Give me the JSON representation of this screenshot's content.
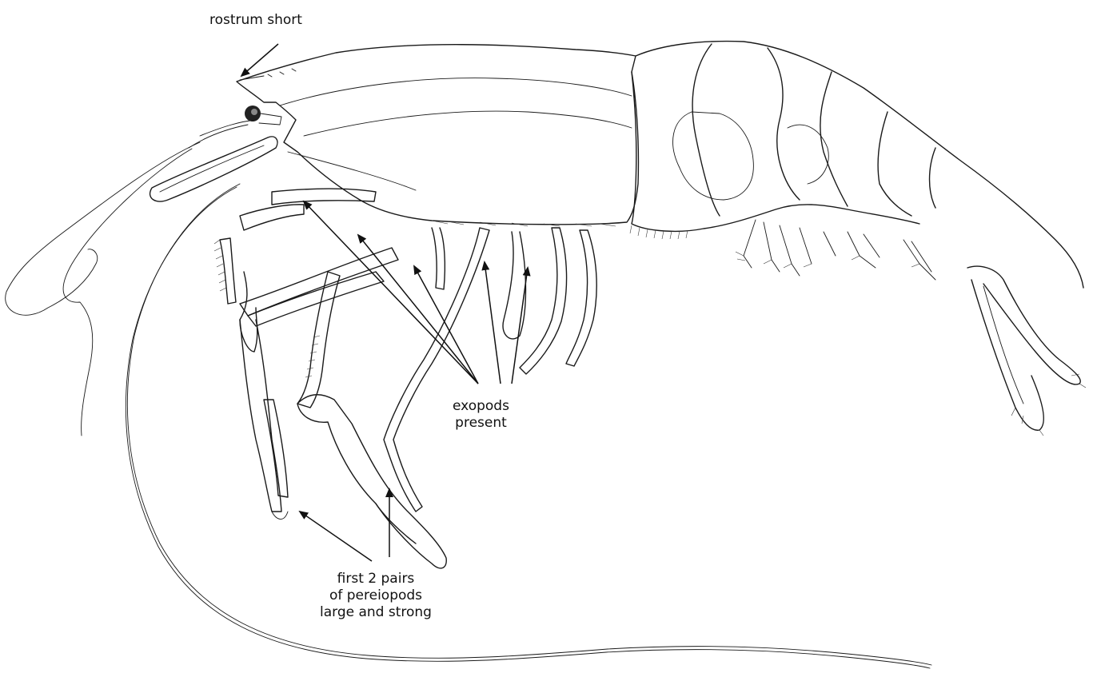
{
  "labels": {
    "rostrum": "rostrum short",
    "exopods_line1": "exopods",
    "exopods_line2": "present",
    "pereiopods_line1": "first 2 pairs",
    "pereiopods_line2": "of pereiopods",
    "pereiopods_line3": "large and strong"
  }
}
